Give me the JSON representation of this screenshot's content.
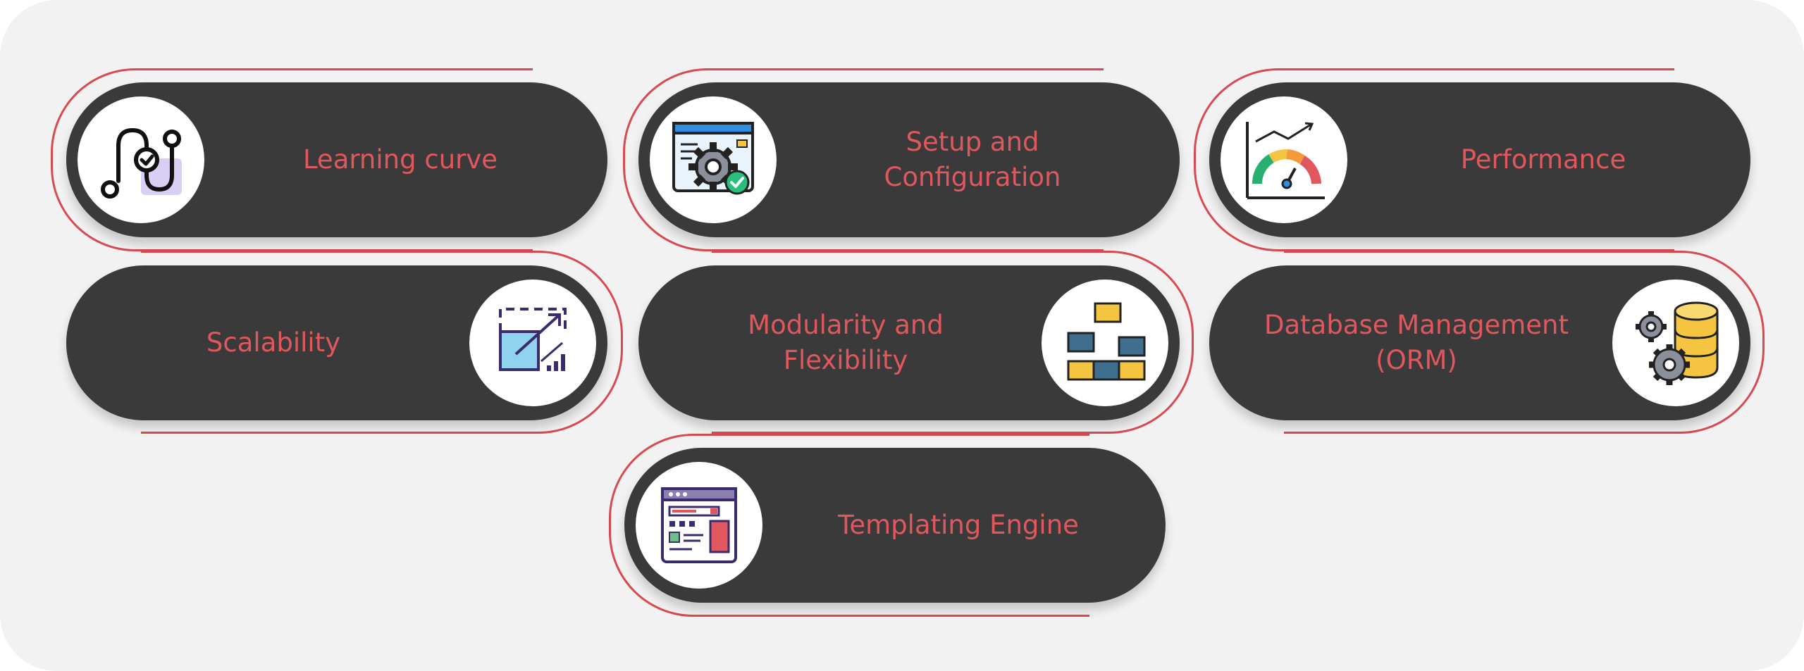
{
  "items": [
    {
      "label": "Learning curve",
      "icon": "learning-path-icon"
    },
    {
      "label": "Setup and\nConfiguration",
      "icon": "settings-window-icon"
    },
    {
      "label": "Performance",
      "icon": "speedometer-chart-icon"
    },
    {
      "label": "Scalability",
      "icon": "scale-up-icon"
    },
    {
      "label": "Modularity and\nFlexibility",
      "icon": "stacked-blocks-icon"
    },
    {
      "label": "Database Management\n(ORM)",
      "icon": "database-gears-icon"
    },
    {
      "label": "Templating Engine",
      "icon": "template-layout-icon"
    }
  ],
  "colors": {
    "accent": "#d84a4f",
    "pill": "#3b3a3a",
    "background": "#f2f2f2",
    "text": "#e0575d"
  }
}
